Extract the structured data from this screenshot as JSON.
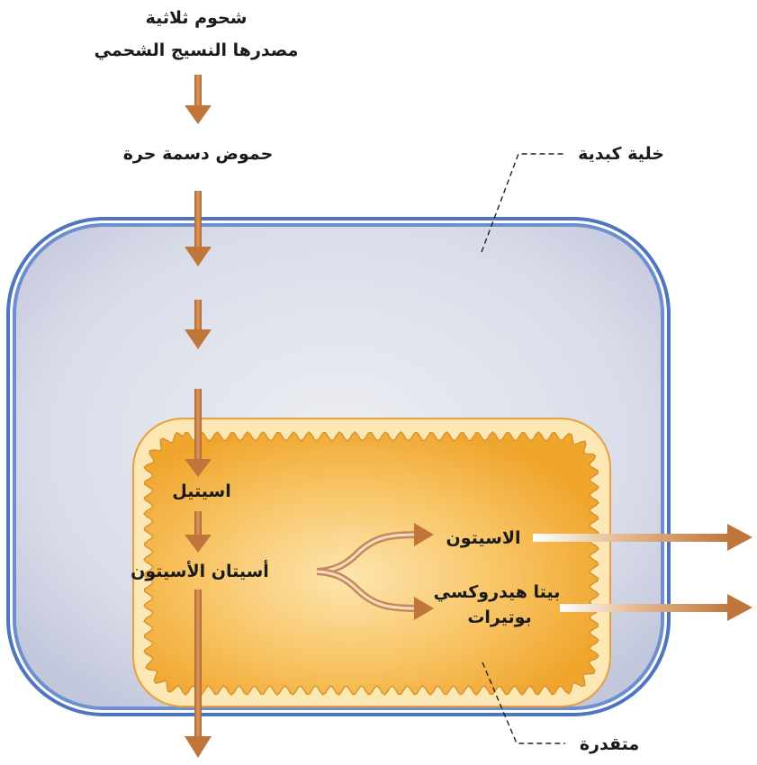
{
  "labels": {
    "triglycerides_line1": "شحوم ثلاثية",
    "triglycerides_line2": "مصدرها النسيج الشحمي",
    "free_fatty_acids": "حموض دسمة حرة",
    "liver_cell": "خلية كبدية",
    "acetyl": "اسيتيل",
    "acetoacetate": "أسيتان الأسيتون",
    "acetone": "الاسيتون",
    "beta_hydroxy_line1": "بيتا هيدروكسي",
    "beta_hydroxy_line2": "بوتيرات",
    "mitochondrion": "متقدرة"
  },
  "colors": {
    "arrow": "#c0763a",
    "cell_membrane": "#5a7fc4",
    "cytoplasm": "#d7dbe8",
    "mitochondrion_fill": "#f3ad35",
    "mitochondrion_outer": "#fde7b4"
  }
}
